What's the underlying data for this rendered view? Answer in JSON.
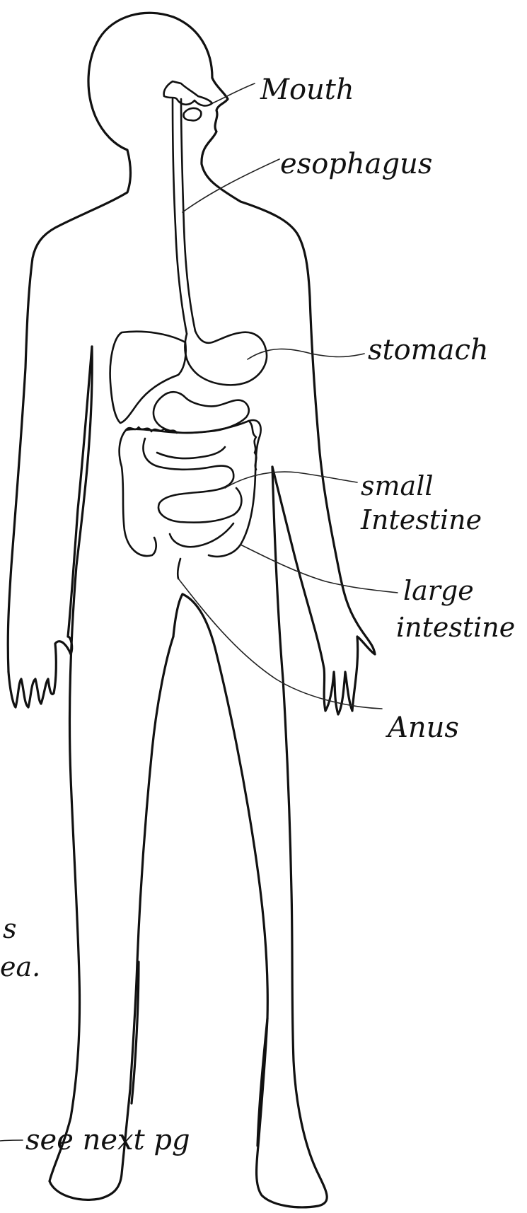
{
  "labels": {
    "mouth": "Mouth",
    "esophagus": "esophagus",
    "stomach": "stomach",
    "small_intestine_line1": "small",
    "small_intestine_line2": "Intestine",
    "large_intestine_line1": "large",
    "large_intestine_line2": "intestine",
    "anus": "Anus",
    "see_next_page": "see next pg"
  },
  "fragments": {
    "left_fragment_1": "s",
    "left_fragment_2": "ea."
  },
  "colors": {
    "ink": "#111111",
    "paper": "#ffffff"
  }
}
